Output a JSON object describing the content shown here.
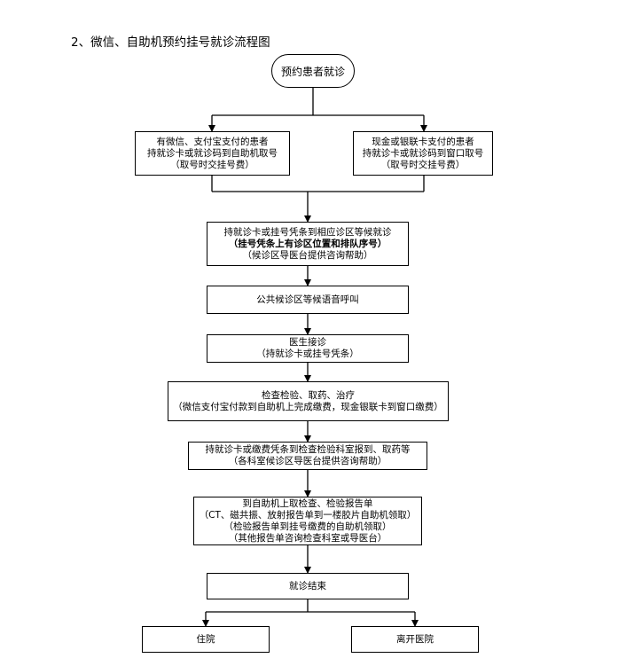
{
  "heading": "2、微信、自助机预约挂号就诊流程图",
  "start": "预约患者就诊",
  "wechat_box": {
    "l1": "有微信、支付宝支付的患者",
    "l2": "持就诊卡或就诊码到自助机取号",
    "l3": "（取号时交挂号费）"
  },
  "cash_box": {
    "l1": "现金或银联卡支付的患者",
    "l2": "持就诊卡或就诊码到窗口取号",
    "l3": "（取号时交挂号费）"
  },
  "wait_box": {
    "l1": "持就诊卡或挂号凭条到相应诊区等候就诊",
    "l2": "（挂号凭条上有诊区位置和排队序号）",
    "l3": "（候诊区导医台提供咨询帮助）"
  },
  "call_box": "公共候诊区等候语音呼叫",
  "doctor_box": {
    "l1": "医生接诊",
    "l2": "（持就诊卡或挂号凭条）"
  },
  "exam_box": {
    "l1": "检查检验、取药、治疗",
    "l2": "（微信支付宝付款到自助机上完成缴费，现金银联卡到窗口缴费）"
  },
  "report_box": {
    "l1": "持就诊卡或缴费凭条到检查检验科室报到、取药等",
    "l2": "（各科室候诊区导医台提供咨询帮助）"
  },
  "result_box": {
    "l1": "到自助机上取检查、检验报告单",
    "l2": "（CT、磁共振、放射报告单到一楼胶片自助机领取）",
    "l3": "（检验报告单到挂号缴费的自助机领取）",
    "l4": "（其他报告单咨询检查科室或导医台）"
  },
  "end_box": "就诊结束",
  "hospital_box": "住院",
  "leave_box": "离开医院"
}
